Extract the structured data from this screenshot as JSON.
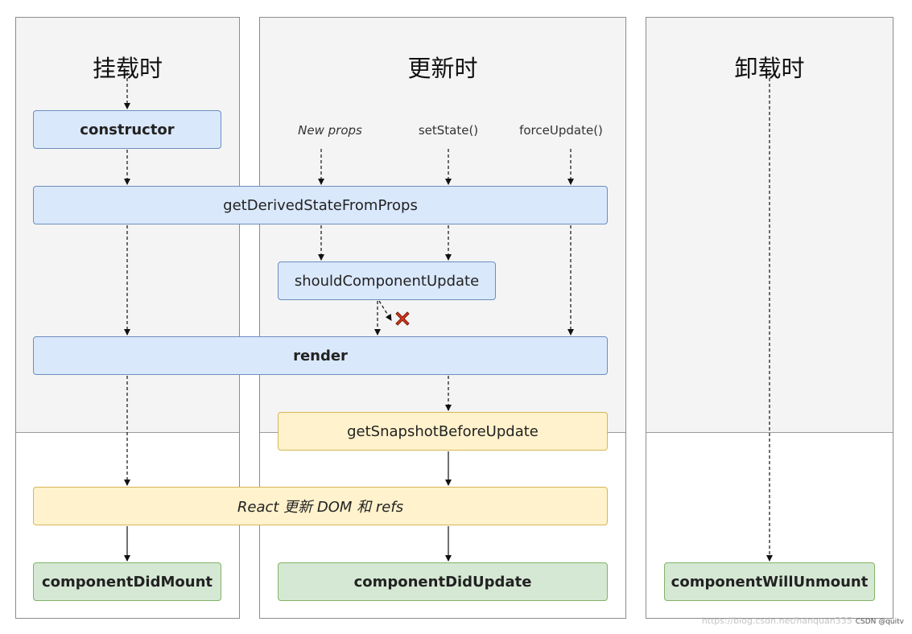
{
  "phases": {
    "mounting": "挂载时",
    "updating": "更新时",
    "unmounting": "卸载时"
  },
  "triggers": {
    "new_props": "New props",
    "set_state": "setState()",
    "force_update": "forceUpdate()"
  },
  "methods": {
    "constructor": "constructor",
    "get_derived_state": "getDerivedStateFromProps",
    "should_component_update": "shouldComponentUpdate",
    "render": "render",
    "get_snapshot": "getSnapshotBeforeUpdate",
    "react_updates_dom": "React 更新 DOM 和 refs",
    "component_did_mount": "componentDidMount",
    "component_did_update": "componentDidUpdate",
    "component_will_unmount": "componentWillUnmount"
  },
  "watermark": {
    "url": "https://blog.csdn.net/hanquan335",
    "label": "CSDN @quitv"
  },
  "colors": {
    "blue_fill": "#dae8fc",
    "yellow_fill": "#fff2cc",
    "green_fill": "#d5e8d4",
    "cancel_mark": "#d9371c"
  }
}
